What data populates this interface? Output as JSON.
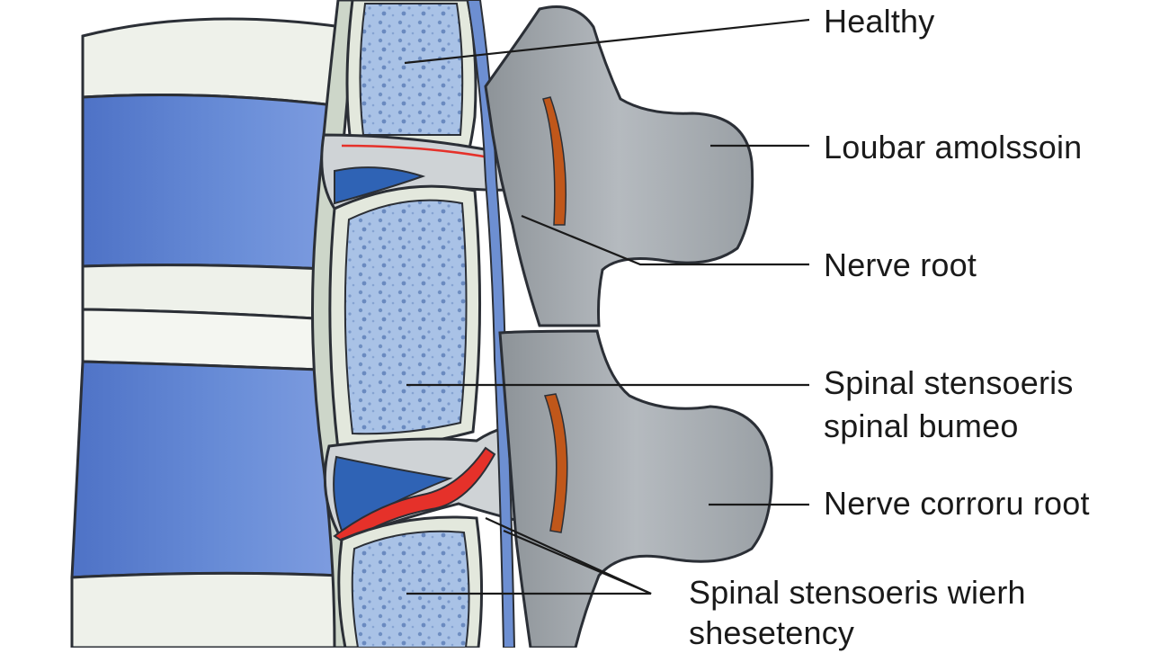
{
  "labels": {
    "healthy": "Healthy",
    "lumbar": "Loubar amolssoin",
    "nerve_root": "Nerve root",
    "stenosis_line1": "Spinal stensoeris",
    "stenosis_line2": "spinal bumeo",
    "nerve_corroru": "Nerve corroru root",
    "stenosis_with_line1": "Spinal stensoeris wierh",
    "stenosis_with_line2": "shesetency"
  },
  "colors": {
    "disc_blue": "#5b7fcf",
    "bone_blue": "#a9c2e6",
    "cortex": "#e3e8dd",
    "process_gray": "#9ea3a8",
    "nerve_red": "#e5312a",
    "outline": "#2b2f36"
  }
}
